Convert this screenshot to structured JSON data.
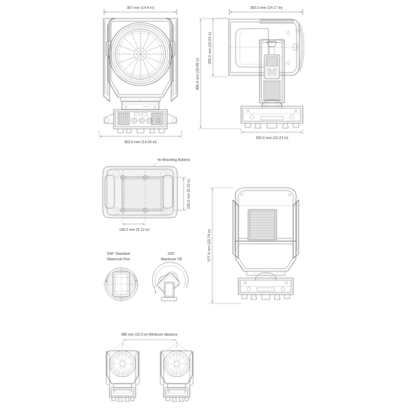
{
  "document": {
    "type": "technical-dimensional-drawing",
    "subject": "Moving head lighting fixture dimensions",
    "background_color": "#ffffff",
    "line_color": "#404040",
    "text_color": "#3a3a3a"
  },
  "views": {
    "front": {
      "name": "front-view",
      "dimensions": {
        "top_width": "367 mm (14.4 in)",
        "bottom_width": "363.0 mm (14.29 in)"
      }
    },
    "side": {
      "name": "side-view",
      "dimensions": {
        "top_width": "360.0 mm (14.17 in)",
        "overall_height": "496.4 mm (19.49 in)",
        "head_height": "255.0 mm (10.03 in)",
        "base_width": "260.0 mm (10.23 in)"
      }
    },
    "bottom": {
      "name": "bottom-base-view",
      "note": "4x Mounting Buttons",
      "dimensions": {
        "width": "130.0 mm (5.12 in)",
        "height": "130.0 mm (5.12 in)"
      }
    },
    "rear": {
      "name": "rear-view",
      "dimensions": {
        "overall_height": "577.6 mm (22.74 in)"
      }
    },
    "pan": {
      "name": "pan-diagram",
      "label_line1": "540° Standard",
      "label_line2": "Maximum Pan"
    },
    "tilt": {
      "name": "tilt-diagram",
      "label_line1": "226°",
      "label_line2": "Maximum Tilt"
    },
    "spacing": {
      "name": "minimum-distance-view",
      "label": "380 mm (15.0 in) Minimum distance"
    }
  }
}
